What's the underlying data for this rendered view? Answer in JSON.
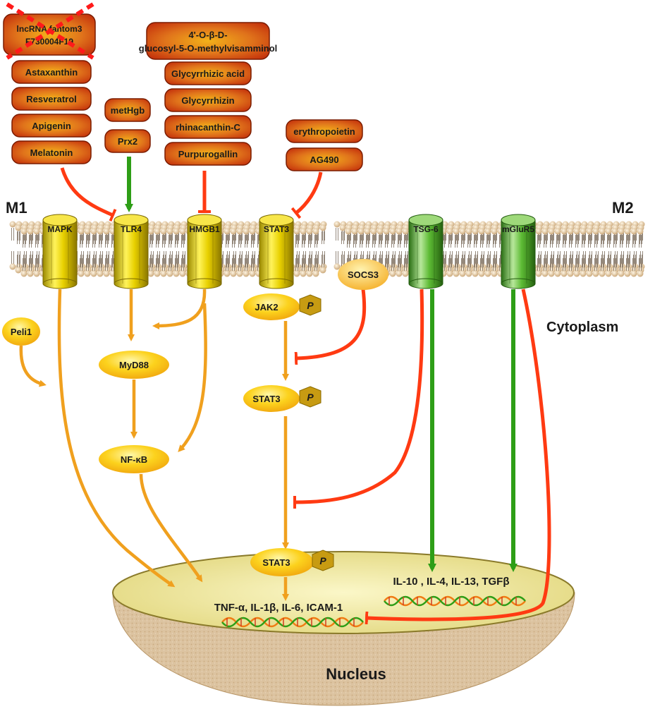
{
  "colors": {
    "drug_box_fill": "#d9480f",
    "drug_box_edge": "#7a1c00",
    "receptor_m1": "#e8d000",
    "receptor_m2": "#4caf28",
    "orange_arrow": "#f0a01e",
    "green_arrow": "#2e9e17",
    "red_inhibit": "#ff3a12",
    "nucleus": "#efe9a0",
    "nucleus_body": "#d9bf98"
  },
  "labels": {
    "m1": "M1",
    "m2": "M2",
    "cytoplasm": "Cytoplasm",
    "nucleus": "Nucleus"
  },
  "drug_groups": {
    "tlr4_inhibitors": [
      "lncRNA fantom3 F730004F19",
      "Astaxanthin",
      "Resveratrol",
      "Apigenin",
      "Melatonin"
    ],
    "tlr4_activators": [
      "metHgb",
      "Prx2"
    ],
    "hmgb1_inhibitors": [
      "4'-O-β-D-glucosyl-5-O-methylvisamminol",
      "Glycyrrhizic acid",
      "Glycyrrhizin",
      "rhinacanthin-C",
      "Purpurogallin"
    ],
    "stat3_inhibitors": [
      "erythropoietin",
      "AG490"
    ]
  },
  "receptors": [
    "MAPK",
    "TLR4",
    "HMGB1",
    "STAT3",
    "TSG-6",
    "mGluR5"
  ],
  "intracellular": {
    "peli1": "Peli1",
    "myd88": "MyD88",
    "nfkb": "NF-κB",
    "jak2": "JAK2",
    "socs3": "SOCS3",
    "stat3_p1": "STAT3",
    "stat3_p2": "STAT3",
    "phospho": "P"
  },
  "genes": {
    "pro_inflammatory": "TNF-α, IL-1β, IL-6, ICAM-1",
    "anti_inflammatory": "IL-10 , IL-4, IL-13, TGFβ"
  }
}
